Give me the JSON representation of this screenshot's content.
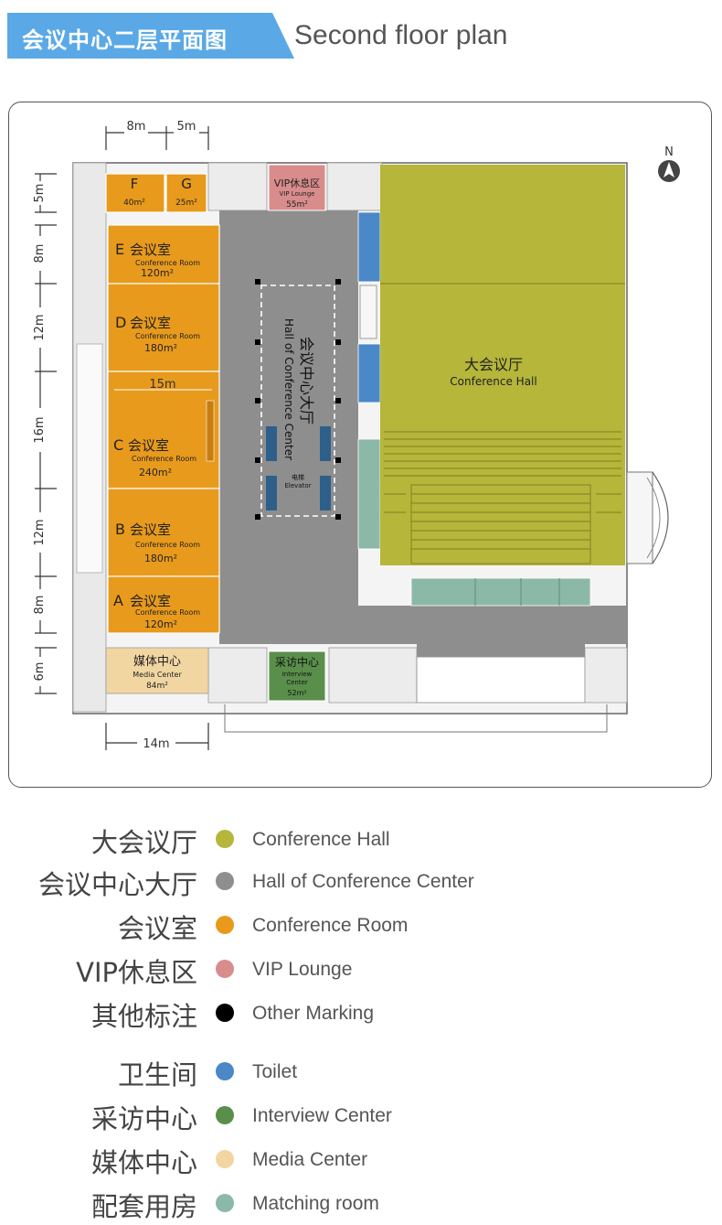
{
  "header": {
    "title_cn": "会议中心二层平面图",
    "title_en": "Second floor plan",
    "tab_color": "#5aa9e6"
  },
  "compass": {
    "label": "N"
  },
  "dimensions": {
    "top": [
      "8m",
      "5m"
    ],
    "left": [
      "5m",
      "8m",
      "12m",
      "16m",
      "12m",
      "8m",
      "6m"
    ],
    "bottom": "14m",
    "room_c_width": "15m"
  },
  "rooms": {
    "F": {
      "letter": "F",
      "area": "40m²"
    },
    "G": {
      "letter": "G",
      "area": "25m²"
    },
    "E": {
      "letter": "E",
      "name_cn": "会议室",
      "name_en": "Conference Room",
      "area": "120m²"
    },
    "D": {
      "letter": "D",
      "name_cn": "会议室",
      "name_en": "Conference Room",
      "area": "180m²"
    },
    "C": {
      "letter": "C",
      "name_cn": "会议室",
      "name_en": "Conference Room",
      "area": "240m²"
    },
    "B": {
      "letter": "B",
      "name_cn": "会议室",
      "name_en": "Conference Room",
      "area": "180m²"
    },
    "A": {
      "letter": "A",
      "name_cn": "会议室",
      "name_en": "Conference Room",
      "area": "120m²"
    },
    "vip": {
      "name_cn": "VIP休息区",
      "name_en": "VIP Lounge",
      "area": "55m²"
    },
    "media": {
      "name_cn": "媒体中心",
      "name_en": "Media Center",
      "area": "84m²"
    },
    "interview": {
      "name_cn": "采访中心",
      "name_en_1": "Interview",
      "name_en_2": "Center",
      "area": "52m²"
    },
    "hall": {
      "name_cn": "大会议厅",
      "name_en": "Conference Hall"
    },
    "lobby": {
      "name_cn": "会议中心大厅",
      "name_en": "Hall of Conference Center"
    },
    "elevator": {
      "name_cn": "电梯",
      "name_en": "Elevator"
    }
  },
  "colors": {
    "conference_hall": "#b5b63a",
    "lobby": "#8e8e8e",
    "conference_room": "#e89a1c",
    "vip": "#d98c8c",
    "other": "#000000",
    "toilet": "#4a88c7",
    "interview": "#5a8f4b",
    "media": "#f2d6a2",
    "matching": "#8cb8a8"
  },
  "legend": [
    {
      "cn": "大会议厅",
      "en": "Conference Hall",
      "color": "#b5b63a"
    },
    {
      "cn": "会议中心大厅",
      "en": "Hall of Conference Center",
      "color": "#8e8e8e"
    },
    {
      "cn": "会议室",
      "en": "Conference Room",
      "color": "#e89a1c"
    },
    {
      "cn": "VIP休息区",
      "en": "VIP Lounge",
      "color": "#d98c8c"
    },
    {
      "cn": "其他标注",
      "en": "Other Marking",
      "color": "#000000"
    },
    {
      "cn": "卫生间",
      "en": "Toilet",
      "color": "#4a88c7"
    },
    {
      "cn": "采访中心",
      "en": "Interview Center",
      "color": "#5a8f4b"
    },
    {
      "cn": "媒体中心",
      "en": "Media Center",
      "color": "#f2d6a2"
    },
    {
      "cn": "配套用房",
      "en": "Matching room",
      "color": "#8cb8a8"
    }
  ]
}
